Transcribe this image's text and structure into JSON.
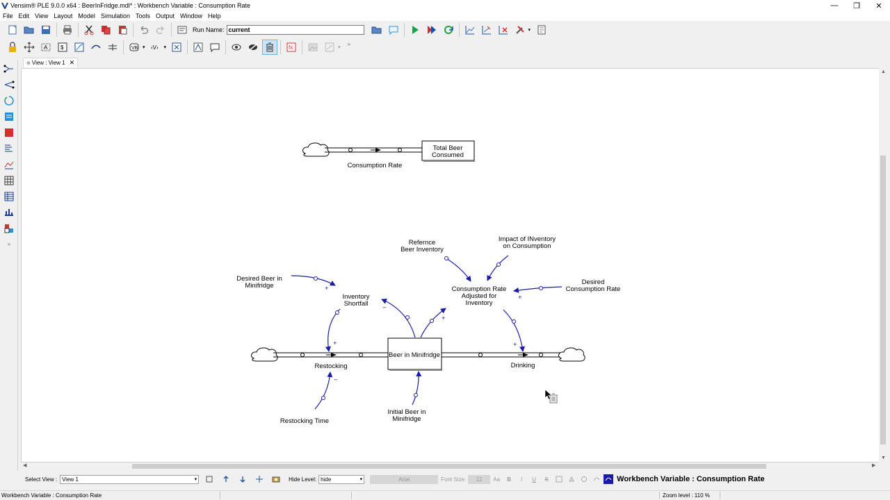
{
  "window": {
    "title": "Vensim® PLE 9.0.0 x64 : BeerInFridge.mdl* : Workbench Variable : Consumption Rate",
    "minimize": "—",
    "restore": "❐",
    "close": "✕"
  },
  "menu": [
    "File",
    "Edit",
    "View",
    "Layout",
    "Model",
    "Simulation",
    "Tools",
    "Output",
    "Window",
    "Help"
  ],
  "toolbar": {
    "run_name_label": "Run Name:",
    "run_name_value": "current"
  },
  "tab": {
    "label": "View : View 1",
    "close": "✕"
  },
  "diagram": {
    "stocks": [
      {
        "id": "total-beer",
        "label_lines": [
          "Total Beer",
          "Consumed"
        ]
      },
      {
        "id": "beer-in-minifridge",
        "label_lines": [
          "Beer in Minifridge"
        ]
      }
    ],
    "flows": [
      {
        "id": "consumption-rate",
        "label": "Consumption Rate"
      },
      {
        "id": "restocking",
        "label": "Restocking"
      },
      {
        "id": "drinking",
        "label": "Drinking"
      }
    ],
    "variables": [
      {
        "id": "refernce-beer-inventory",
        "label_lines": [
          "Refernce",
          "Beer Inventory"
        ]
      },
      {
        "id": "impact-of-inventory",
        "label_lines": [
          "Impact of INventory",
          "on Consumption"
        ]
      },
      {
        "id": "consumption-rate-adjusted",
        "label_lines": [
          "Consumption Rate",
          "Adjusted for",
          "Inventory"
        ]
      },
      {
        "id": "desired-consumption-rate",
        "label_lines": [
          "Desired",
          "Consumption Rate"
        ]
      },
      {
        "id": "desired-beer-in-minifridge",
        "label_lines": [
          "Desired Beer in",
          "Minifridge"
        ]
      },
      {
        "id": "inventory-shortfall",
        "label_lines": [
          "Inventory",
          "Shortfall"
        ]
      },
      {
        "id": "restocking-time",
        "label_lines": [
          "Restocking Time"
        ]
      },
      {
        "id": "initial-beer-in-minifridge",
        "label_lines": [
          "Initial Beer in",
          "Minifridge"
        ]
      }
    ],
    "polarities": [
      "+",
      "−",
      "+",
      "+",
      "+",
      "+",
      "−"
    ]
  },
  "bottom": {
    "select_view_label": "Select View :",
    "select_view_value": "View 1",
    "hide_level_label": "Hide Level:",
    "hide_level_value": "hide",
    "font_name": "Arial",
    "font_size_label": "Font Size:",
    "font_size_value": "12",
    "workbench_variable": "Workbench Variable : Consumption Rate"
  },
  "status": {
    "left": "Workbench Variable : Consumption Rate",
    "zoom": "Zoom level : 110 %"
  },
  "colors": {
    "link_arrow": "#1a1aa8",
    "titlebar_bg": "#ffffff",
    "canvas_bg": "#ffffff"
  }
}
